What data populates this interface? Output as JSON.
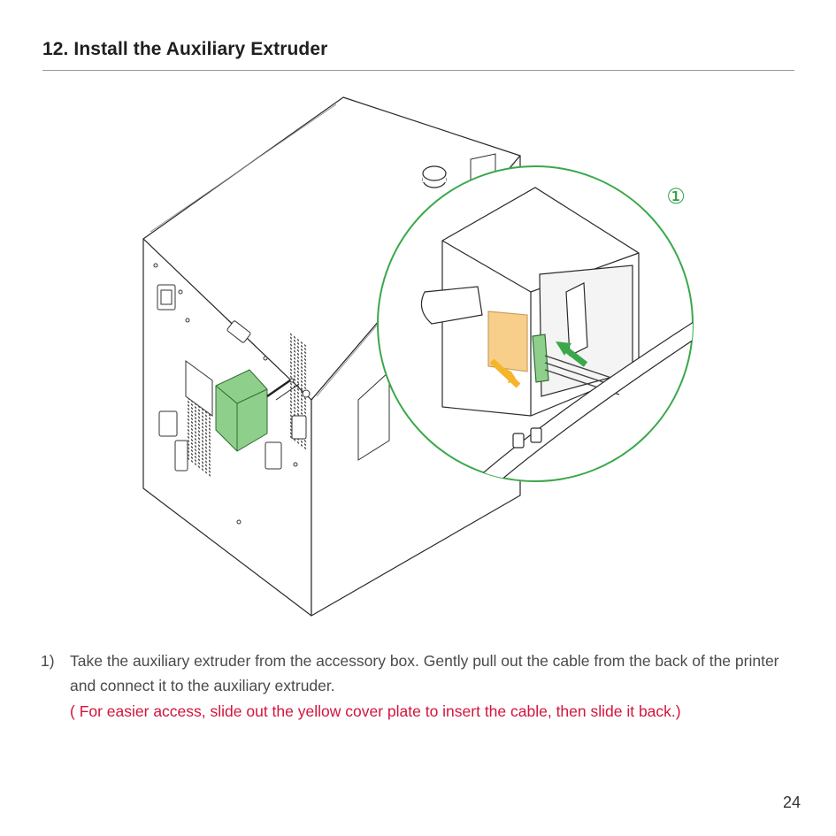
{
  "heading": "12. Install the Auxiliary Extruder",
  "callout_marker": "①",
  "step": {
    "number": "1)",
    "text": "Take the auxiliary extruder from the accessory box. Gently pull out the cable from the back of the printer and connect it to the auxiliary extruder.",
    "note": "( For easier access, slide out the yellow cover plate to insert the cable, then slide it back.)"
  },
  "page_number": "24",
  "colors": {
    "accent_green": "#3aa84a",
    "extruder_green": "#8fcf8c",
    "cover_yellow": "#f7cf8a",
    "note_red": "#d3143c"
  }
}
